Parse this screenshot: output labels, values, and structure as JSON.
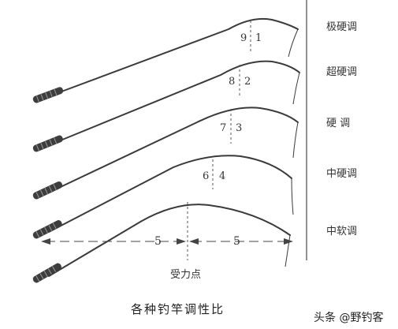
{
  "rods": [
    {
      "type_label": "极硬调",
      "tip_ratio": "9",
      "butt_ratio": "1"
    },
    {
      "type_label": "超硬调",
      "tip_ratio": "8",
      "butt_ratio": "2"
    },
    {
      "type_label": "硬 调",
      "tip_ratio": "7",
      "butt_ratio": "3"
    },
    {
      "type_label": "中硬调",
      "tip_ratio": "6",
      "butt_ratio": "4"
    },
    {
      "type_label": "中软调",
      "tip_ratio": "",
      "butt_ratio": ""
    }
  ],
  "dimension": {
    "left_value": "5",
    "right_value": "5",
    "point_label": "受力点"
  },
  "caption": "各种钓竿调性比",
  "watermark": "头条 @野钓客"
}
